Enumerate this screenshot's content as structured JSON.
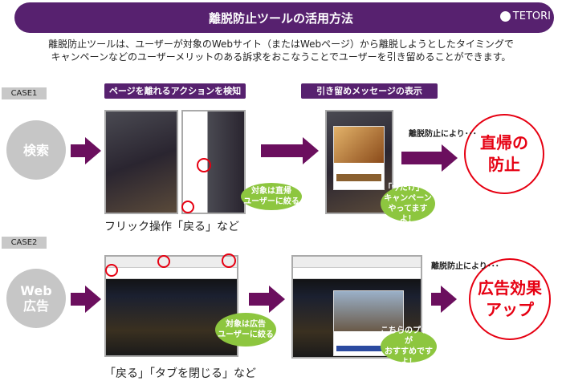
{
  "header": {
    "title": "離脱防止ツールの活用方法",
    "logo": "TETORI"
  },
  "description": [
    "離脱防止ツールは、ユーザーが対象のWebサイト（またはWebページ）から離脱しようとしたタイミングで",
    "キャンペーンなどのユーザーメリットのある訴求をおこなうことでユーザーを引き留めることができます。"
  ],
  "steps": {
    "detect": "ページを離れるアクションを検知",
    "display": "引き留めメッセージの表示"
  },
  "case1": {
    "label": "CASE1",
    "source": "検索",
    "bubble1": [
      "対象は直帰",
      "ユーザーに絞る"
    ],
    "bubble2": [
      "「今だけ」の",
      "キャンペーン",
      "やってますよ！"
    ],
    "note": "離脱防止により･･･",
    "result": [
      "直帰の",
      "防止"
    ],
    "caption": "フリック操作「戻る」など"
  },
  "case2": {
    "label": "CASE2",
    "source": [
      "Web",
      "広告"
    ],
    "bubble1": [
      "対象は広告",
      "ユーザーに絞る"
    ],
    "bubble2": [
      "こちらのプランが",
      "おすすめですよ！"
    ],
    "note": "離脱防止により･･･",
    "result": [
      "広告効果",
      "アップ"
    ],
    "caption": "「戻る」「タブを閉じる」など"
  },
  "colors": {
    "brand": "#57216f",
    "arrow": "#6b0f5e",
    "bubble": "#8dc63f",
    "result": "#e60012"
  }
}
